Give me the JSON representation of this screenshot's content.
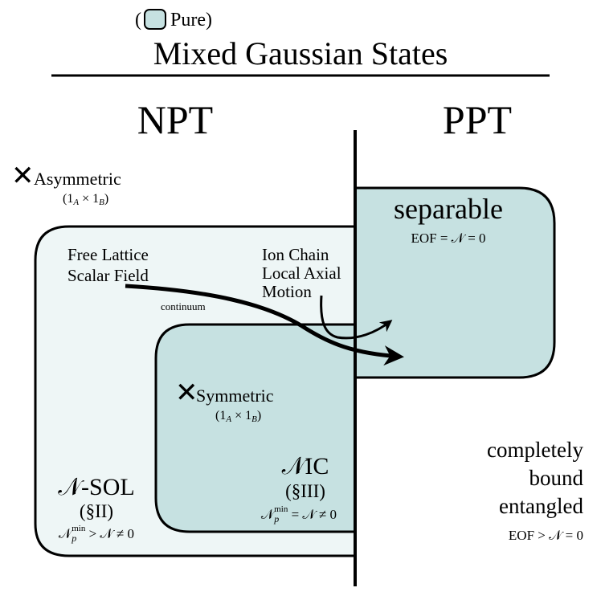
{
  "header": {
    "legend_open": "(",
    "legend_label": "Pure)",
    "title": "Mixed Gaussian States"
  },
  "columns": {
    "left": "NPT",
    "right": "PPT"
  },
  "asymmetric": {
    "marker": "✕",
    "label": "Asymmetric",
    "mode_prefix": "(1",
    "mode_sub_a": "A",
    "mode_times": " × 1",
    "mode_sub_b": "B",
    "mode_suffix": ")"
  },
  "symmetric": {
    "marker": "✕",
    "label": "Symmetric",
    "mode_prefix": "(1",
    "mode_sub_a": "A",
    "mode_times": " × 1",
    "mode_sub_b": "B",
    "mode_suffix": ")"
  },
  "separable": {
    "label": "separable",
    "condition": "EOF = 𝒩 = 0"
  },
  "free_lattice": {
    "line1": "Free Lattice",
    "line2": "Scalar Field",
    "arrow_label": "continuum"
  },
  "ion_chain": {
    "line1": "Ion Chain",
    "line2": "Local Axial",
    "line3": "Motion"
  },
  "nsol": {
    "label": "𝒩-SOL",
    "section": "(§II)",
    "cond_n": "𝒩",
    "cond_sub": "p",
    "cond_sup": "min",
    "cond_rest": " > 𝒩 ≠ 0"
  },
  "nic": {
    "label": "𝒩IC",
    "section": "(§III)",
    "cond_n": "𝒩",
    "cond_sub": "p",
    "cond_sup": "min",
    "cond_rest": " = 𝒩 ≠ 0"
  },
  "bound": {
    "line1": "completely",
    "line2": "bound",
    "line3": "entangled",
    "condition": "EOF > 𝒩 = 0"
  },
  "colors": {
    "light_fill": "#eef6f6",
    "teal_fill": "#c6e1e1",
    "stroke": "#000000"
  }
}
